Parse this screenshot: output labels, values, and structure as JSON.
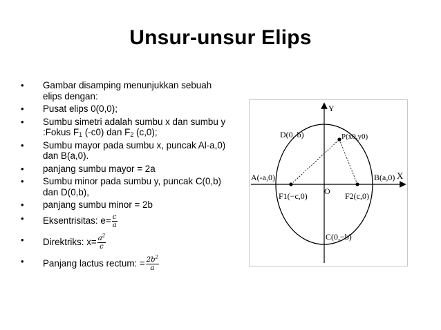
{
  "slide": {
    "title": "Unsur-unsur Elips"
  },
  "bullets": {
    "b1": "Gambar disamping menunjukkan sebuah elips dengan:",
    "b2": "Pusat elips 0(0,0);",
    "b3_pre": "Sumbu simetri adalah sumbu x dan sumbu y :Fokus F",
    "b3_sub1": "1",
    "b3_mid": " (-c0) dan F",
    "b3_sub2": "2",
    "b3_post": " (c,0);",
    "b4": "Sumbu mayor pada sumbu x, puncak Al-a,0) dan B(a,0).",
    "b5": "panjang sumbu mayor = 2a",
    "b6": "Sumbu minor pada sumbu y, puncak C(0,b) dan D(0,b),",
    "b7": "panjang sumbu minor = 2b",
    "b8_label": "Eksentrisitas: e=",
    "b8_num": "c",
    "b8_den": "a",
    "b9_label": "Direktriks: x=",
    "b9_num": "a",
    "b9_num_exp": "2",
    "b9_den": "c",
    "b10_label": "Panjang lactus rectum: =",
    "b10_num": "2b",
    "b10_num_exp": "2",
    "b10_den": "a"
  },
  "diagram": {
    "axis_y": "Y",
    "axis_x": "X",
    "origin": "O",
    "vertex_d": "D(0, b)",
    "vertex_c": "C(0,−b)",
    "vertex_a": "A(-a,0)",
    "vertex_b": "B(a,0)",
    "focus_1": "F1(−c,0)",
    "focus_2": "F2(c,0)",
    "point_p": "P(x0,y0)",
    "stroke_color": "#000000"
  }
}
